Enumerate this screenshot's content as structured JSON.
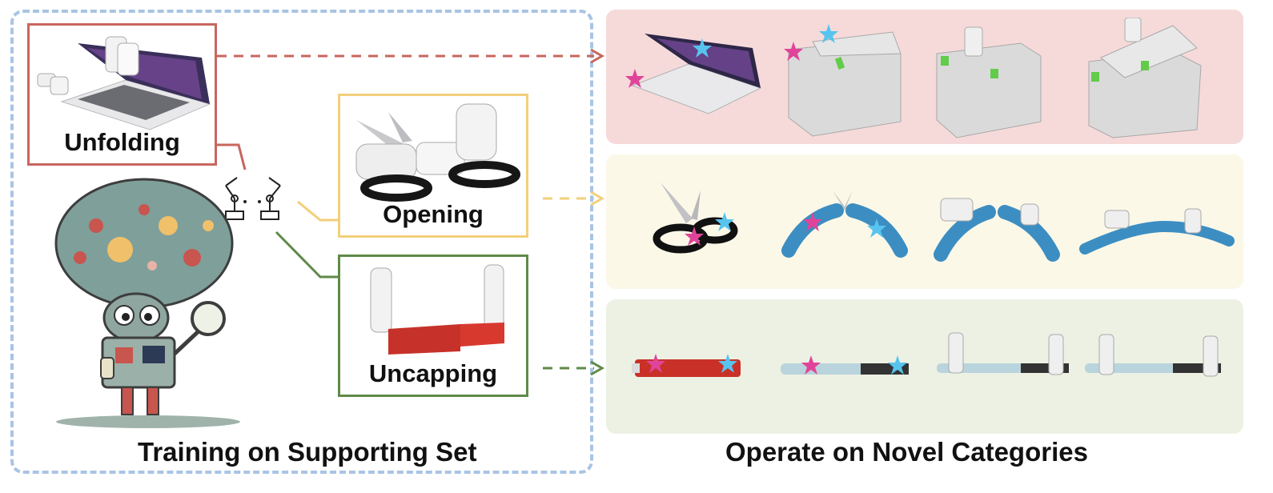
{
  "colors": {
    "unfolding": "#c8665e",
    "opening": "#f2cf7a",
    "uncapping": "#5f8a48",
    "panel_border": "#a9c4e4",
    "row_unfolding_bg": "#f6dada",
    "row_opening_bg": "#fcf8e8",
    "row_uncapping_bg": "#ecf1e4",
    "star_pink": "#e0449a",
    "star_blue": "#56c4ee"
  },
  "tasks": {
    "unfolding": "Unfolding",
    "opening": "Opening",
    "uncapping": "Uncapping"
  },
  "captions": {
    "training": "Training on Supporting Set",
    "novel": "Operate on Novel Categories"
  },
  "icons": {
    "robot_mascot": "robot-scientist-icon",
    "robot_arms": "robot-arms-icon",
    "magnifier": "magnifying-glass-icon"
  }
}
